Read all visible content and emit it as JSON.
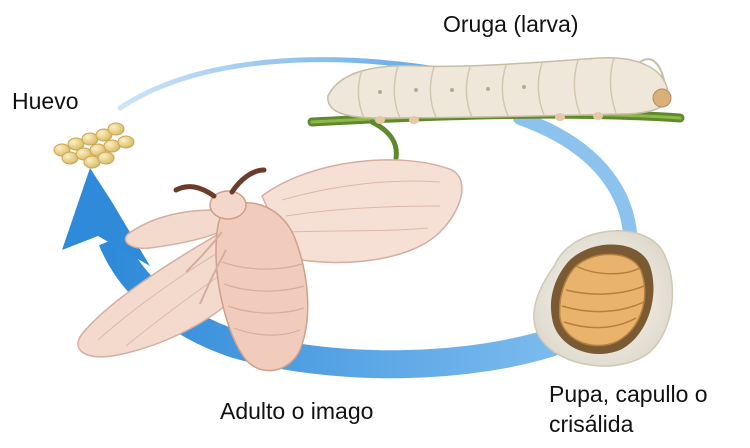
{
  "diagram": {
    "stages": {
      "larva": "Oruga (larva)",
      "egg": "Huevo",
      "adult": "Adulto o imago",
      "pupa_line1": "Pupa, capullo o",
      "pupa_line2": "crisálida"
    },
    "colors": {
      "arrow": "#3a93dd",
      "arrow_light": "#a9d0f0",
      "stem": "#5f8a2c",
      "larva_body": "#efe8da",
      "egg": "#e7cf82",
      "moth": "#f3d7cb",
      "pupa": "#e9b36e",
      "cocoon": "#f2efe6"
    }
  }
}
